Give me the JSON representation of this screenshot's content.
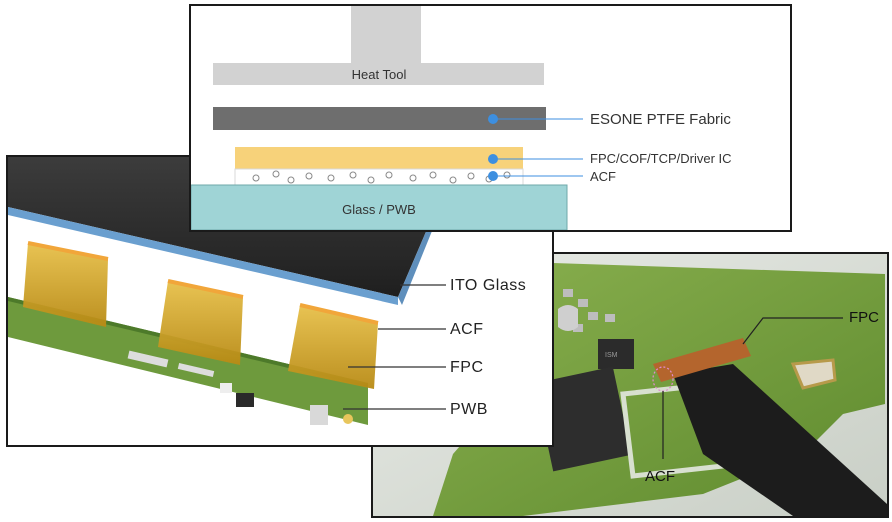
{
  "schematic": {
    "heat_tool": "Heat Tool",
    "ptfe_label": "ESONE PTFE Fabric",
    "fpc_label": "FPC/COF/TCP/Driver IC",
    "acf_label": "ACF",
    "substrate": "Glass / PWB"
  },
  "lcd": {
    "ito_label": "ITO Glass",
    "acf_label": "ACF",
    "fpc_label": "FPC",
    "pwb_label": "PWB"
  },
  "board": {
    "fpc_label": "FPC",
    "acf_label": "ACF"
  },
  "colors": {
    "heat_tool": "#d2d2d2",
    "ptfe": "#6e6e6e",
    "fpc_layer": "#f7d27a",
    "substrate": "#9fd4d6",
    "callout_dot": "#3d8fe0",
    "pcb_green": "#6d9a3a",
    "fpc_gold": "#d2a323"
  }
}
